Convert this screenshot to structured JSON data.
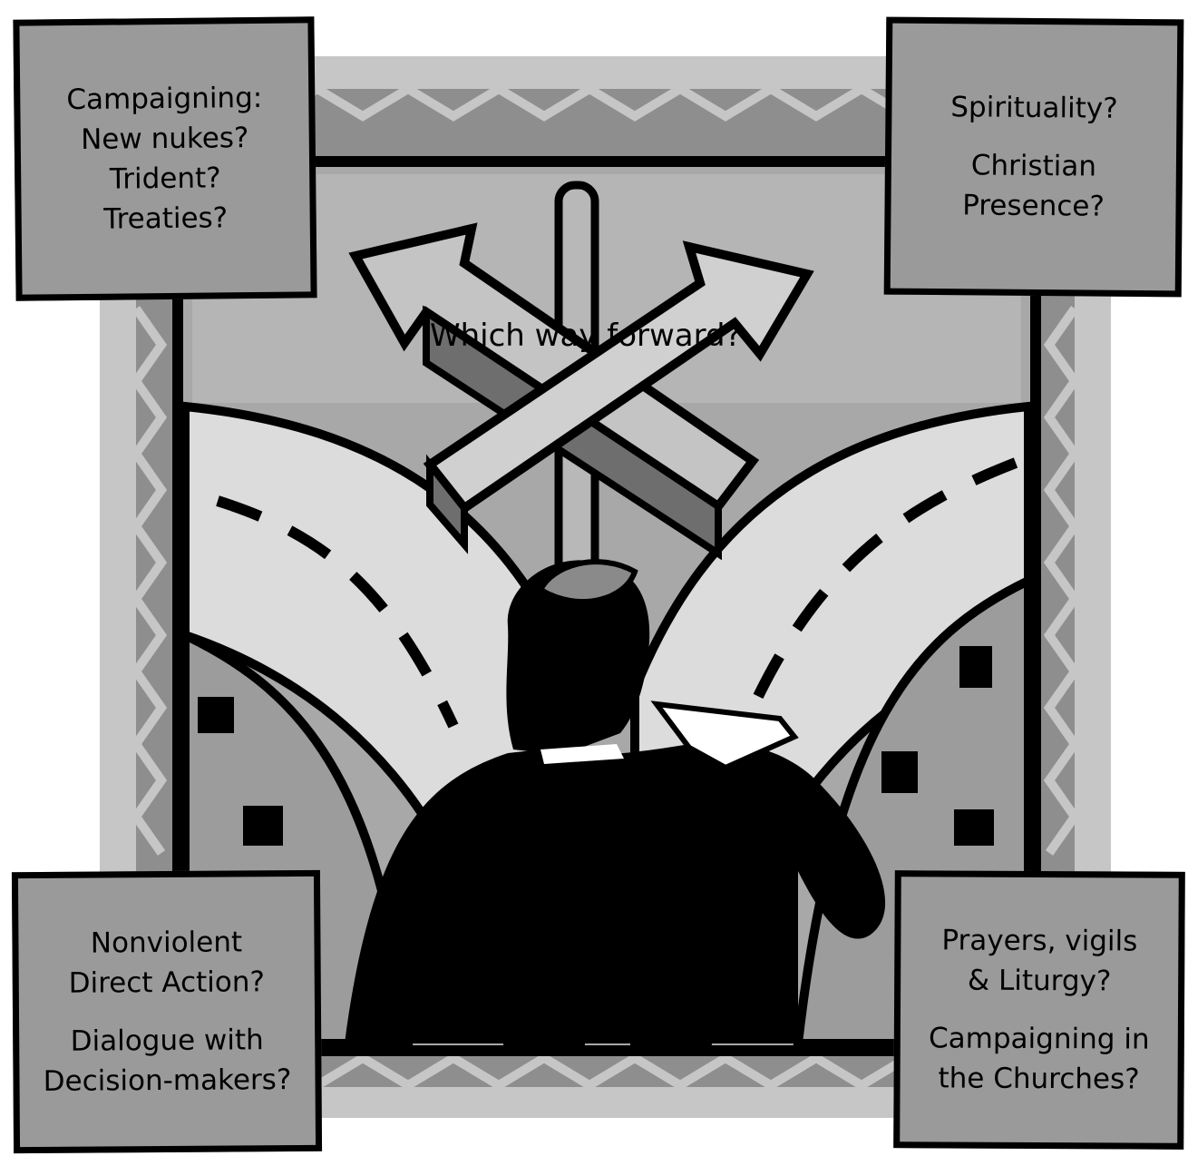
{
  "center_question": "Which way forward?",
  "boxes": {
    "top_left": {
      "groups": [
        [
          "Campaigning:",
          "New nukes?",
          "Trident?",
          "Treaties?"
        ]
      ]
    },
    "top_right": {
      "groups": [
        [
          "Spirituality?"
        ],
        [
          "Christian",
          "Presence?"
        ]
      ]
    },
    "bottom_left": {
      "groups": [
        [
          "Nonviolent",
          "Direct Action?"
        ],
        [
          "Dialogue with",
          "Decision-makers?"
        ]
      ]
    },
    "bottom_right": {
      "groups": [
        [
          "Prayers, vigils",
          "& Liturgy?"
        ],
        [
          "Campaigning in",
          "the Churches?"
        ]
      ]
    }
  },
  "illustration": {
    "subject": "man-at-crossroads-signpost",
    "palette": [
      "#000000",
      "#5f5f5f",
      "#8c8c8c",
      "#a9a9a9",
      "#c8c8c8",
      "#dedede",
      "#ffffff"
    ]
  }
}
